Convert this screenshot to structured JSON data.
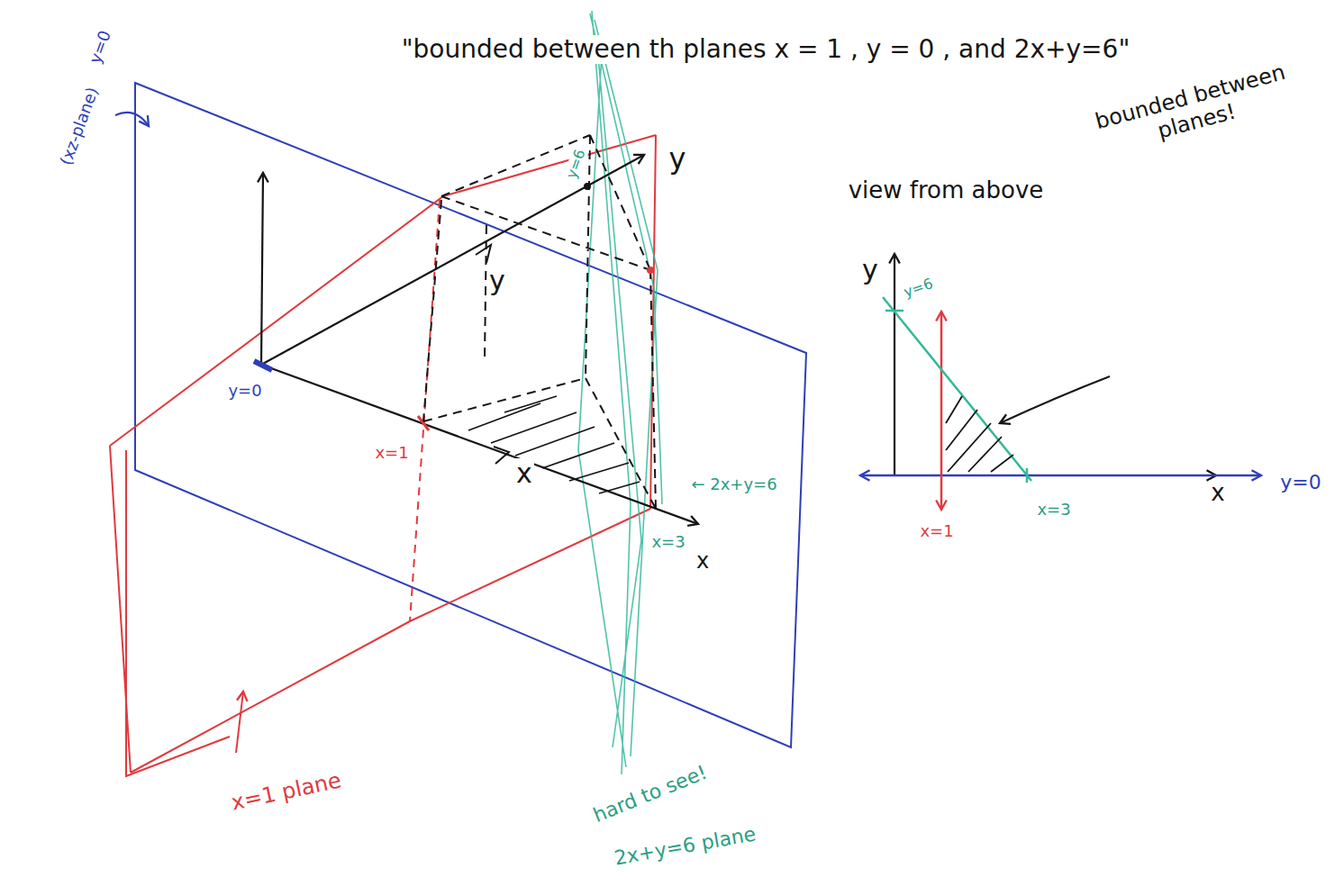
{
  "diagram": {
    "labels": [
      "\"bounded between th planes x = 1 , y = 0 , and 2x+y=6\"",
      "y=0",
      "(xz-plane)",
      "y",
      "y",
      "y=6",
      "y=0",
      "x=1",
      "x",
      "← 2x+y=6",
      "x=3",
      "x",
      "x=1 plane",
      "hard to see!",
      "2x+y=6 plane",
      "view from above",
      "y",
      "y=6",
      "bounded between planes!",
      "x",
      "y=0",
      "x=1",
      "x=3"
    ]
  }
}
